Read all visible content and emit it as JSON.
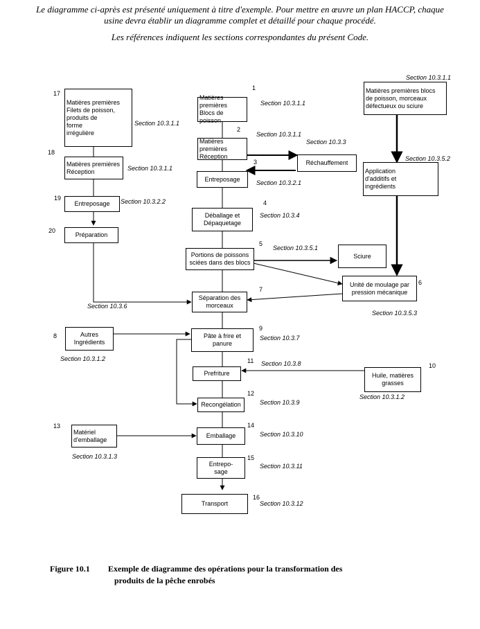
{
  "intro": {
    "line1": "Le diagramme ci-après est présenté uniquement à titre d'exemple. Pour mettre en œuvre un plan HACCP, chaque",
    "line2": "usine devra établir un diagramme complet et détaillé pour chaque procédé.",
    "line3": "Les références indiquent les sections correspondantes du présent Code."
  },
  "boxes": {
    "b17": "Matières premières\nFilets de poisson,\n    produits de\n    forme\n    irrégulière",
    "b18": "Matières premières\nRéception",
    "b19": "Entreposage",
    "b20": "Préparation",
    "b1": "Matières premières\nBlocs de poisson",
    "b2": "Matières premières\nRéception",
    "rech": "Réchauffement",
    "b3": "Entreposage",
    "b4": "Déballage et\nDépaquetage",
    "b5": "Portions de poissons\nsciées dans des blocs",
    "sciure": "Sciure",
    "b7": "Séparation des\nmorceaux",
    "b9": "Pâte à frire et\npanure",
    "b11": "Prefriture",
    "b12": "Recongélation",
    "b14": "Emballage",
    "b15": "Entrepo-\nsage",
    "b16": "Transport",
    "bR1": "Matières premières blocs\nde poisson, morceaux\ndéfectueux ou sciure",
    "bR2": "Application\nd'additifs et\ningrédients",
    "b6": "Unité de moulage par\npression mécanique",
    "b10": "Huile, matières\ngrasses",
    "b8": "Autres\nIngrédients",
    "b13": "Matériel\nd'emballage"
  },
  "sections": {
    "s17": "Section 10.3.1.1",
    "s18": "Section 10.3.1.1",
    "s19": "Section 10.3.2.2",
    "s1": "Section 10.3.1.1",
    "s2": "Section 10.3.1.1",
    "s333": "Section 10.3.3",
    "s3": "Section 10.3.2.1",
    "s4": "Section 10.3.4",
    "s5": "Section 10.3.5.1",
    "s36": "Section 10.3.6",
    "s9": "Section 10.3.7",
    "s11": "Section 10.3.8",
    "s12": "Section 10.3.9",
    "s14": "Section 10.3.10",
    "s15": "Section 10.3.11",
    "s16": "Section 10.3.12",
    "sR1": "Section 10.3.1.1",
    "sR2": "Section 10.3.5.2",
    "s6": "Section 10.3.5.3",
    "s10": "Section 10.3.1.2",
    "s8": "Section 10.3.1.2",
    "s13": "Section 10.3.1.3"
  },
  "numbers": {
    "n1": "1",
    "n2": "2",
    "n3": "3",
    "n4": "4",
    "n5": "5",
    "n6": "6",
    "n7": "7",
    "n8": "8",
    "n9": "9",
    "n10": "10",
    "n11": "11",
    "n12": "12",
    "n13": "13",
    "n14": "14",
    "n15": "15",
    "n16": "16",
    "n17": "17",
    "n18": "18",
    "n19": "19",
    "n20": "20"
  },
  "caption": {
    "label": "Figure 10.1",
    "line1": "Exemple de diagramme des opérations pour la transformation des",
    "line2": "produits de la pêche enrobés"
  }
}
